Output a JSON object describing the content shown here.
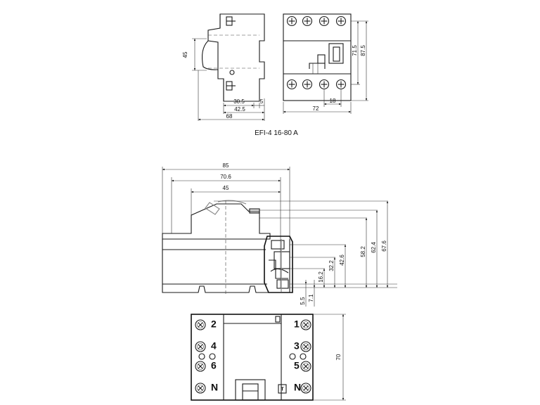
{
  "caption": "EFI-4 16-80 A",
  "top_side_view": {
    "dim_height": "45",
    "dim_depth_inner": "30.5",
    "dim_small": "5",
    "dim_depth_mid": "42.5",
    "dim_depth_total": "68"
  },
  "top_front_view": {
    "dim_height_inner": "71.5",
    "dim_height_total": "87.5",
    "dim_pitch": "18",
    "dim_width": "72"
  },
  "bottom_side_view": {
    "dim_depth_total": "85",
    "dim_depth_mid": "70.6",
    "dim_depth_inner": "45",
    "vertical_dims": [
      "5.5",
      "7.1",
      "16.2",
      "32.2",
      "42.6",
      "58.2",
      "62.4",
      "67.6"
    ]
  },
  "bottom_front_view": {
    "dim_height": "70",
    "terminals_left": [
      "2",
      "4",
      "6",
      "N"
    ],
    "terminals_right": [
      "1",
      "3",
      "5",
      "N"
    ],
    "test_button": "T"
  }
}
